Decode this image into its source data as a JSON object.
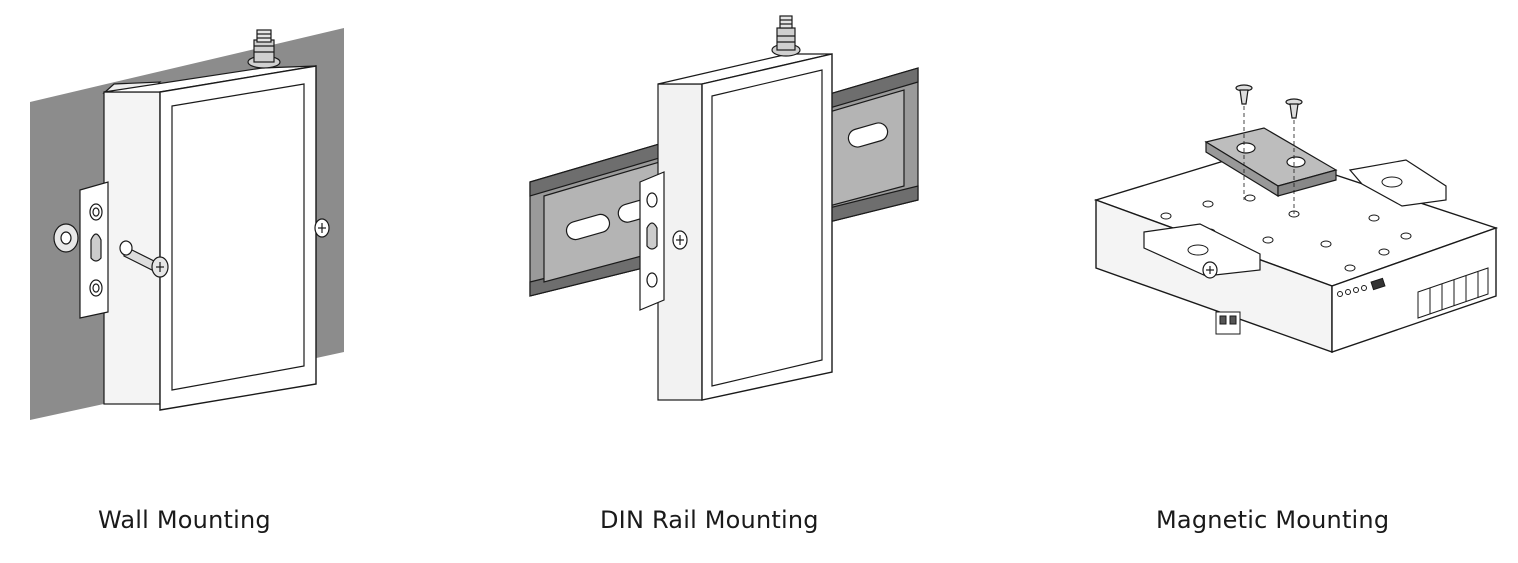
{
  "captions": {
    "wall": "Wall Mounting",
    "din": "DIN Rail Mounting",
    "magnetic": "Magnetic Mounting"
  },
  "colors": {
    "line": "#1a1a1a",
    "wall_panel": "#8c8c8c",
    "rail": "#9a9a9a",
    "rail_dark": "#6e6e6e",
    "body_fill": "#ffffff",
    "magnet": "#a8a8a8"
  }
}
